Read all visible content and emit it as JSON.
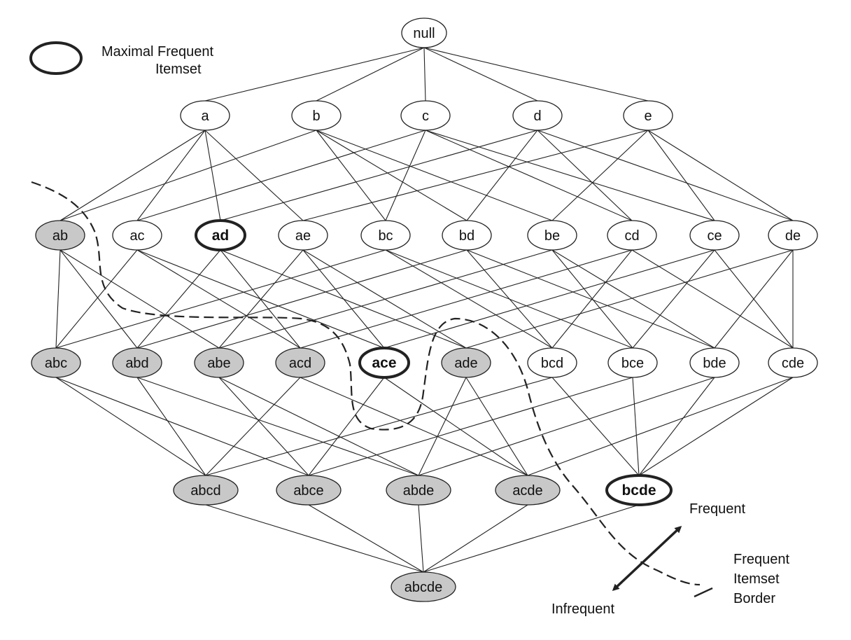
{
  "legend": {
    "maximal_label_line1": "Maximal Frequent",
    "maximal_label_line2": "Itemset",
    "arrow_top_label": "Frequent",
    "arrow_bottom_label": "Infrequent",
    "border_label_line1": "Frequent",
    "border_label_line2": "Itemset",
    "border_label_line3": "Border"
  },
  "colors": {
    "infrequent_fill": "#c8c8c8",
    "frequent_fill": "#ffffff",
    "stroke": "#222222"
  },
  "levels": [
    [
      "null"
    ],
    [
      "a",
      "b",
      "c",
      "d",
      "e"
    ],
    [
      "ab",
      "ac",
      "ad",
      "ae",
      "bc",
      "bd",
      "be",
      "cd",
      "ce",
      "de"
    ],
    [
      "abc",
      "abd",
      "abe",
      "acd",
      "ace",
      "ade",
      "bcd",
      "bce",
      "bde",
      "cde"
    ],
    [
      "abcd",
      "abce",
      "abde",
      "acde",
      "bcde"
    ],
    [
      "abcde"
    ]
  ],
  "maximal_frequent": [
    "ad",
    "ace",
    "bcde"
  ],
  "infrequent": [
    "ab",
    "abc",
    "abd",
    "abe",
    "acd",
    "ade",
    "abcd",
    "abce",
    "abde",
    "acde",
    "abcde"
  ]
}
